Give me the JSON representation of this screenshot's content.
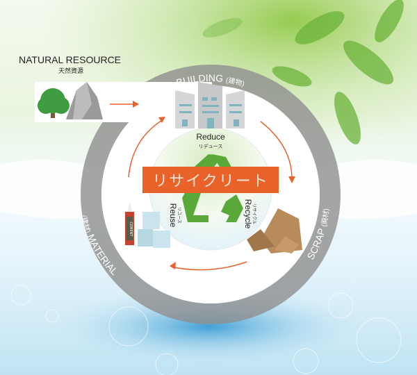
{
  "natural_resource": {
    "label": "NATURAL RESOURCE",
    "label_ja": "天然資源"
  },
  "ring_labels": {
    "building": "BUILDING",
    "building_ja": "(建物)",
    "scrap": "SCRAP",
    "scrap_ja": "(廃材)",
    "material": "MATERIAL",
    "material_ja": "(建材)"
  },
  "center": {
    "title": "リサイクリート",
    "reduce": "Reduce",
    "reduce_ja": "リデュース",
    "reuse": "Reuse",
    "reuse_ja": "リユース",
    "recycle": "Recycle",
    "recycle_ja": "リサイクル"
  },
  "cement_label": "CEMENT",
  "colors": {
    "accent": "#e8622a",
    "ring": "#9a9a9a",
    "recycle_green": "#5aa83a"
  }
}
